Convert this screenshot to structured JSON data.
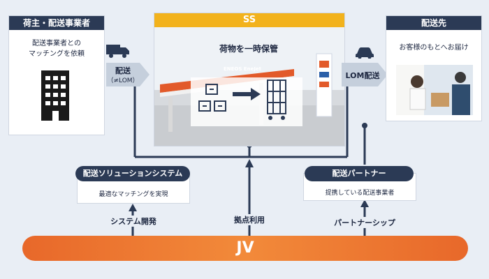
{
  "shipper": {
    "title": "荷主・配送事業者",
    "desc_line1": "配送事業者との",
    "desc_line2": "マッチングを依頼",
    "building_icon": "building-icon"
  },
  "left_arrow": {
    "label": "配送",
    "sub": "（≠LOM）",
    "icon": "truck-icon"
  },
  "ss": {
    "title": "SS",
    "caption": "荷物を一時保管",
    "station_brand": "ENEOS EneJet",
    "icons": [
      "package-icon",
      "cart-icon"
    ]
  },
  "right_arrow": {
    "label": "LOM配送",
    "icon": "car-icon"
  },
  "destination": {
    "title": "配送先",
    "desc": "お客様のもとへお届け"
  },
  "solution": {
    "title": "配送ソリューションシステム",
    "desc": "最適なマッチングを実現"
  },
  "partner": {
    "title": "配送パートナー",
    "desc": "提携している配送事業者"
  },
  "links": {
    "left": "システム開発",
    "center": "拠点利用",
    "right": "パートナーシップ"
  },
  "jv": {
    "title": "JV"
  },
  "colors": {
    "navy": "#2b3a55",
    "gold": "#f2b21c",
    "orange": "#e8682a",
    "bg": "#e9eef5"
  }
}
